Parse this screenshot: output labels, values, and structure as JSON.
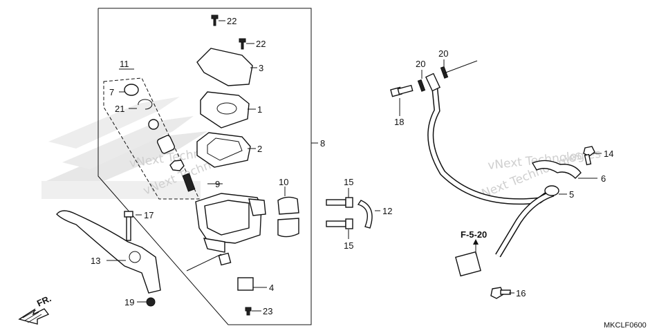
{
  "diagram": {
    "catalog_code": "MKCLF0600",
    "reference": "F-5-20",
    "direction_label": "FR.",
    "watermarks": [
      "vNext Technologies",
      "vNext Technologies",
      "vNext Technologies",
      "vNext Technologies"
    ],
    "callouts": {
      "c1": "1",
      "c2": "2",
      "c3": "3",
      "c4": "4",
      "c5": "5",
      "c6": "6",
      "c7": "7",
      "c8": "8",
      "c9": "9",
      "c10": "10",
      "c11": "11",
      "c12": "12",
      "c13": "13",
      "c14": "14",
      "c15a": "15",
      "c15b": "15",
      "c16": "16",
      "c17": "17",
      "c18": "18",
      "c19": "19",
      "c20a": "20",
      "c20b": "20",
      "c21": "21",
      "c22a": "22",
      "c22b": "22",
      "c23": "23"
    }
  }
}
